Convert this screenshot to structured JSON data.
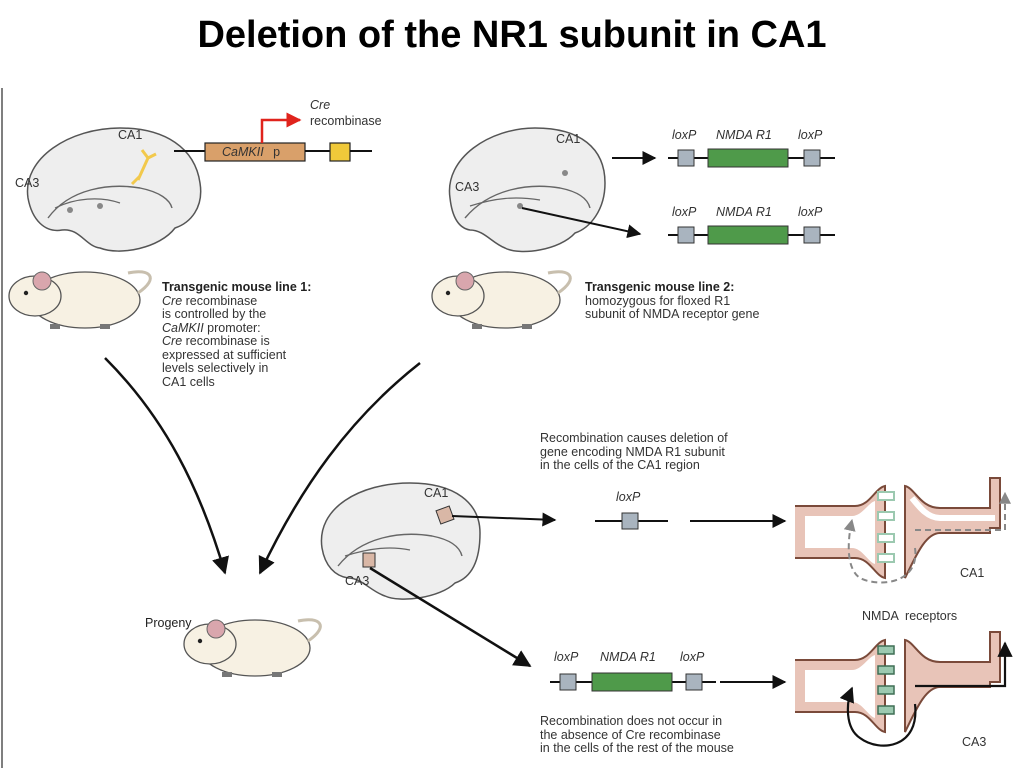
{
  "page": {
    "title": "Deletion of the NR1 subunit in CA1"
  },
  "diagram": {
    "labels": {
      "ca1": "CA1",
      "ca3": "CA3",
      "loxp": "loxP",
      "nmda_r1": "NMDA R1",
      "camkii": "CaMKII",
      "promoter_p": "p",
      "cre": "Cre",
      "recombinase": "recombinase",
      "progeny": "Progeny",
      "nmda_receptors": "NMDA  receptors"
    },
    "mouse_line_1": {
      "heading": "Transgenic mouse line 1:",
      "lines": [
        {
          "italic": "Cre",
          "rest": " recombinase"
        },
        {
          "italic": "",
          "rest": "is controlled by the"
        },
        {
          "italic": "CaMKII",
          "rest": " promoter:"
        },
        {
          "italic": "Cre",
          "rest": " recombinase is"
        },
        {
          "italic": "",
          "rest": "expressed at sufficient"
        },
        {
          "italic": "",
          "rest": "levels selectively in"
        },
        {
          "italic": "",
          "rest": "CA1 cells"
        }
      ]
    },
    "mouse_line_2": {
      "heading": "Transgenic mouse line 2:",
      "lines": [
        "homozygous for floxed R1",
        "subunit of NMDA receptor gene"
      ]
    },
    "recombination_ca1": {
      "lines": [
        "Recombination causes deletion of",
        "gene encoding NMDA R1 subunit",
        "in the cells of the CA1 region"
      ]
    },
    "recombination_rest": {
      "lines": [
        "Recombination does not occur in",
        "the absence of Cre recombinase",
        "in the cells of the rest of the mouse"
      ]
    },
    "colors": {
      "promoter_box": "#d9a06a",
      "cre_box": "#f0c93a",
      "cre_arrow": "#e0231c",
      "nmda_box": "#4f9a4a",
      "loxp_box": "#a9b4bf",
      "brain_fill": "#eeeeee",
      "membrane": "#e8c4b8",
      "receptor": "#9cc9b0",
      "yellow_neuron": "#f2c94c"
    }
  }
}
